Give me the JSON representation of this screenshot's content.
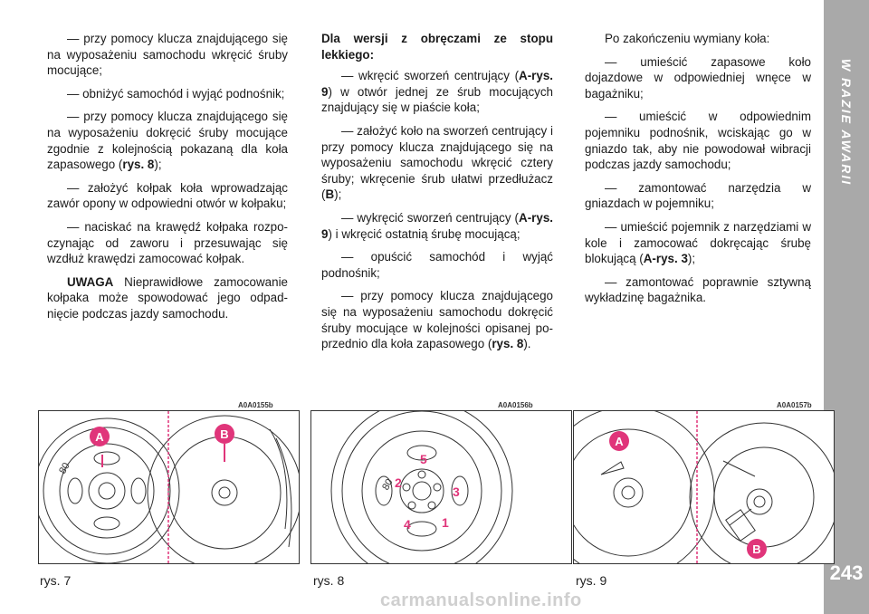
{
  "sidebar": {
    "section_title": "W RAZIE AWARII",
    "page_number": "243"
  },
  "col1": {
    "p1": "— przy pomocy klucza znajdującego się na wyposażeniu samochodu wkręcić śru­by mocujące;",
    "p2": "— obniżyć samochód i wyjąć podno­śnik;",
    "p3a": "— przy pomocy klucza znajdującego się na wyposażeniu dokręcić śruby mocujące zgodnie z kolejnością pokazaną dla koła zapasowego (",
    "p3ref": "rys. 8",
    "p3b": ");",
    "p4": "— założyć kołpak koła wprowadzając zawór opony w odpowiedni otwór w koł­paku;",
    "p5": "— naciskać na krawędź kołpaka rozpo­czynając od zaworu i przesuwając się wzdłuż krawędzi zamocować kołpak.",
    "warn_label": "UWAGA",
    "warn_text": " Nieprawidłowe zamocowanie kołpaka może spowodować jego odpad­nięcie podczas jazdy samochodu."
  },
  "col2": {
    "heading": "Dla wersji z obręczami ze stopu lekkiego:",
    "p1a": "— wkręcić sworzeń centrujący (",
    "p1ref": "A-rys. 9",
    "p1b": ") w otwór jednej ze śrub mocujących znajdujący się w piaście koła;",
    "p2a": "— założyć koło na sworzeń centrujący i przy pomocy klucza znajdującego się na wyposażeniu samochodu wkręcić cztery śruby; wkręcenie śrub ułatwi przedłużacz (",
    "p2ref": "B",
    "p2b": ");",
    "p3a": "— wykręcić sworzeń centrujący (",
    "p3ref": "A-rys. 9",
    "p3b": ") i wkręcić ostatnią śrubę mocującą;",
    "p4": "— opuścić samochód i wyjąć podnośnik;",
    "p5a": "— przy pomocy klucza znajdującego się na wyposażeniu samochodu dokręcić śruby mocujące w kolejności opisanej po­przednio dla koła zapasowego (",
    "p5ref": "rys. 8",
    "p5b": ")."
  },
  "col3": {
    "p1": "Po zakończeniu wymiany koła:",
    "p2": "— umieścić zapasowe koło dojazdowe w odpowiedniej wnęce w bagażniku;",
    "p3": "— umieścić w odpowiednim pojemniku podnośnik, wciskając go w gniazdo tak, aby nie powodował wibracji podczas jaz­dy samochodu;",
    "p4": "— zamontować narzędzia w gniazdach w pojemniku;",
    "p5a": "— umieścić pojemnik z narzędziami w kole i zamocować dokręcając śrubę blokującą (",
    "p5ref": "A-rys. 3",
    "p5b": ");",
    "p6": "— zamontować poprawnie sztywną wy­kładzinę bagażnika."
  },
  "figures": [
    {
      "code": "A0A0155b",
      "caption": "rys. 7",
      "labels": [
        "A",
        "B"
      ],
      "tire_text": "80"
    },
    {
      "code": "A0A0156b",
      "caption": "rys. 8",
      "labels": [
        "1",
        "2",
        "3",
        "4",
        "5"
      ],
      "tire_text": "80"
    },
    {
      "code": "A0A0157b",
      "caption": "rys. 9",
      "labels": [
        "A",
        "B"
      ]
    }
  ],
  "colors": {
    "sidebar": "#a9a9a9",
    "callout": "#e0357a"
  },
  "watermark": "carmanualsonline.info"
}
